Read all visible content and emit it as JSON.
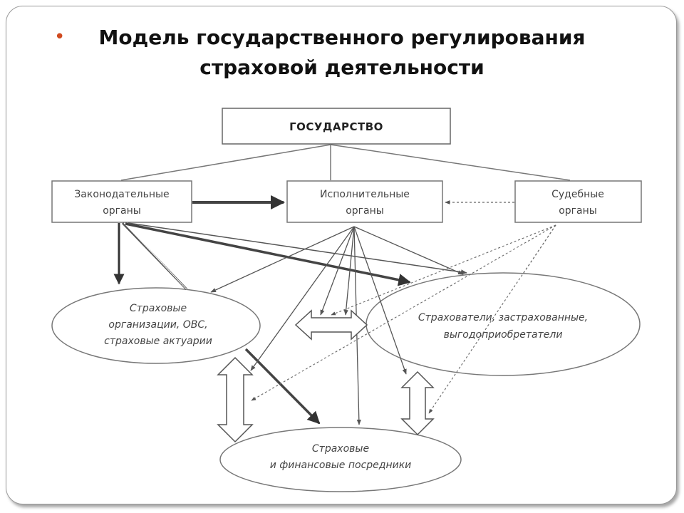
{
  "slide": {
    "bullet": "•",
    "title_line1": "Модель государственного регулирования",
    "title_line2": "страховой деятельности"
  },
  "diagram": {
    "state": "ГОСУДАРСТВО",
    "legislative": {
      "line1": "Законодательные",
      "line2": "органы"
    },
    "executive": {
      "line1": "Исполнительные",
      "line2": "органы"
    },
    "judicial": {
      "line1": "Судебные",
      "line2": "органы"
    },
    "insurers": {
      "line1": "Страховые",
      "line2": "организации, ОВС,",
      "line3": "страховые актуарии"
    },
    "policyholders": {
      "line1": "Страхователи, застрахованные,",
      "line2": "выгодоприобретатели"
    },
    "intermediaries": {
      "line1": "Страховые",
      "line2": "и финансовые посредники"
    }
  }
}
